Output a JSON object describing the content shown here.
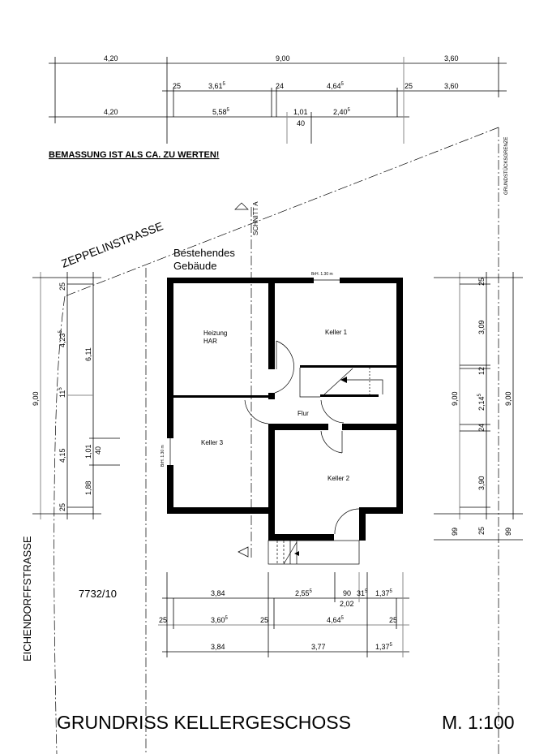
{
  "notice": "BEMASSUNG IST ALS CA. ZU WERTEN!",
  "title": "GRUNDRISS KELLERGESCHOSS",
  "scale": "M. 1:100",
  "streets": {
    "zeppelin": "ZEPPELINSTRASSE",
    "eichendorff": "EICHENDORFFSTRASSE"
  },
  "boundary": "GRUNDSTÜCKSGRENZE",
  "section": "SCHNITT A",
  "parcel": "7732/10",
  "existing_building": [
    "Bestehendes",
    "Gebäude"
  ],
  "rooms": {
    "heizung": [
      "Heizung",
      "HAR"
    ],
    "keller1": "Keller 1",
    "keller2": "Keller 2",
    "keller3": "Keller 3",
    "flur": "Flur"
  },
  "window_notes": {
    "top": "BrH. 1.30 m",
    "left": "BrH. 1.30 m"
  },
  "dims_top": {
    "row1": [
      "4,20",
      "9,00",
      "3,60"
    ],
    "row2": [
      {
        "v": "25"
      },
      {
        "v": "3,61",
        "sup": "5"
      },
      {
        "v": "24"
      },
      {
        "v": "4,64",
        "sup": "5"
      },
      {
        "v": "25"
      },
      {
        "v": "3,60"
      }
    ],
    "row3": [
      {
        "v": "4,20"
      },
      {
        "v": "5,58",
        "sup": "5"
      },
      {
        "v": "1,01"
      },
      {
        "v": "40"
      },
      {
        "v": "2,40",
        "sup": "5"
      }
    ]
  },
  "dims_bottom": {
    "row1": [
      {
        "v": "3,84"
      },
      {
        "v": "2,55",
        "sup": "5"
      },
      {
        "v": "90"
      },
      {
        "v": "31",
        "sup": "5"
      },
      {
        "v": "1,37",
        "sup": "5"
      },
      {
        "v": "2,02"
      }
    ],
    "row2": [
      {
        "v": "25"
      },
      {
        "v": "3,60",
        "sup": "5"
      },
      {
        "v": "25"
      },
      {
        "v": "4,64",
        "sup": "5"
      },
      {
        "v": "25"
      }
    ],
    "row3": [
      {
        "v": "3,84"
      },
      {
        "v": "3,77"
      },
      {
        "v": "1,37",
        "sup": "5"
      }
    ]
  },
  "dims_left": {
    "outer": "9,00",
    "mid": [
      {
        "v": "25"
      },
      {
        "v": "4,23",
        "sup": "5"
      },
      {
        "v": "11",
        "sup": "5"
      },
      {
        "v": "4,15"
      },
      {
        "v": "25"
      }
    ],
    "inner": [
      "6,11",
      "1,01",
      "40",
      "1,88"
    ]
  },
  "dims_right": {
    "inner": [
      {
        "v": "25"
      },
      {
        "v": "3,09"
      },
      {
        "v": "12"
      },
      {
        "v": "2,14",
        "sup": "5"
      },
      {
        "v": "24"
      },
      {
        "v": "3,90"
      },
      {
        "v": "25"
      },
      {
        "v": "99"
      }
    ],
    "outer": [
      "9,00",
      "9,00",
      "99"
    ]
  }
}
